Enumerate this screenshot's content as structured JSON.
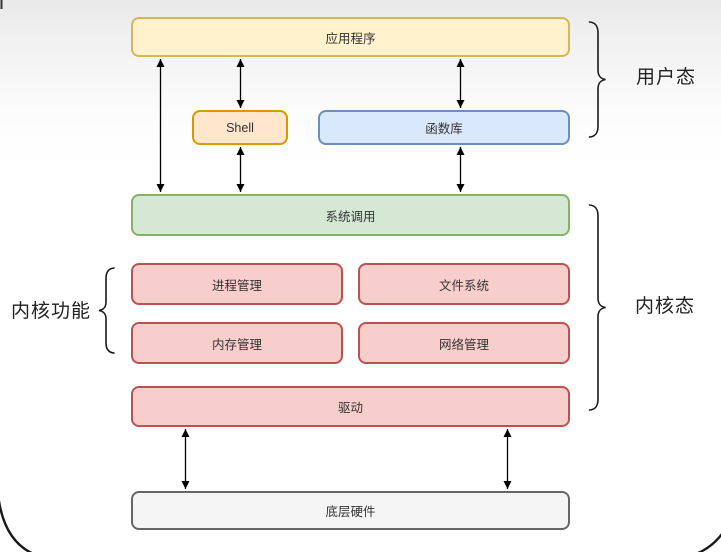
{
  "diagram": {
    "nodes": {
      "app": {
        "label": "应用程序"
      },
      "shell": {
        "label": "Shell"
      },
      "library": {
        "label": "函数库"
      },
      "syscall": {
        "label": "系统调用"
      },
      "process": {
        "label": "进程管理"
      },
      "filesystem": {
        "label": "文件系统"
      },
      "memory": {
        "label": "内存管理"
      },
      "network": {
        "label": "网络管理"
      },
      "driver": {
        "label": "驱动"
      },
      "hardware": {
        "label": "底层硬件"
      }
    },
    "annotations": {
      "user_mode": {
        "label": "用户态"
      },
      "kernel_mode": {
        "label": "内核态"
      },
      "kernel_functions": {
        "label": "内核功能"
      }
    },
    "edges": [
      {
        "from": "app",
        "to": "syscall",
        "style": "double-arrow"
      },
      {
        "from": "app",
        "to": "shell",
        "style": "double-arrow"
      },
      {
        "from": "app",
        "to": "library",
        "style": "double-arrow"
      },
      {
        "from": "shell",
        "to": "syscall",
        "style": "double-arrow"
      },
      {
        "from": "library",
        "to": "syscall",
        "style": "double-arrow"
      },
      {
        "from": "driver",
        "to": "hardware",
        "style": "double-arrow"
      },
      {
        "from": "driver",
        "to": "hardware",
        "style": "double-arrow"
      }
    ],
    "colors": {
      "yellow_fill": "#fff2cc",
      "yellow_stroke": "#d6b656",
      "orange_fill": "#ffe6cc",
      "orange_stroke": "#d79b00",
      "blue_fill": "#dae8fc",
      "blue_stroke": "#6c8ebf",
      "green_fill": "#d5e8d4",
      "green_stroke": "#82b366",
      "red_fill": "#f8cecc",
      "red_stroke": "#b85450",
      "gray_fill": "#f5f5f5",
      "gray_stroke": "#666666",
      "connector": "#000000",
      "node_text": "#333333",
      "label_text": "#222222"
    }
  }
}
